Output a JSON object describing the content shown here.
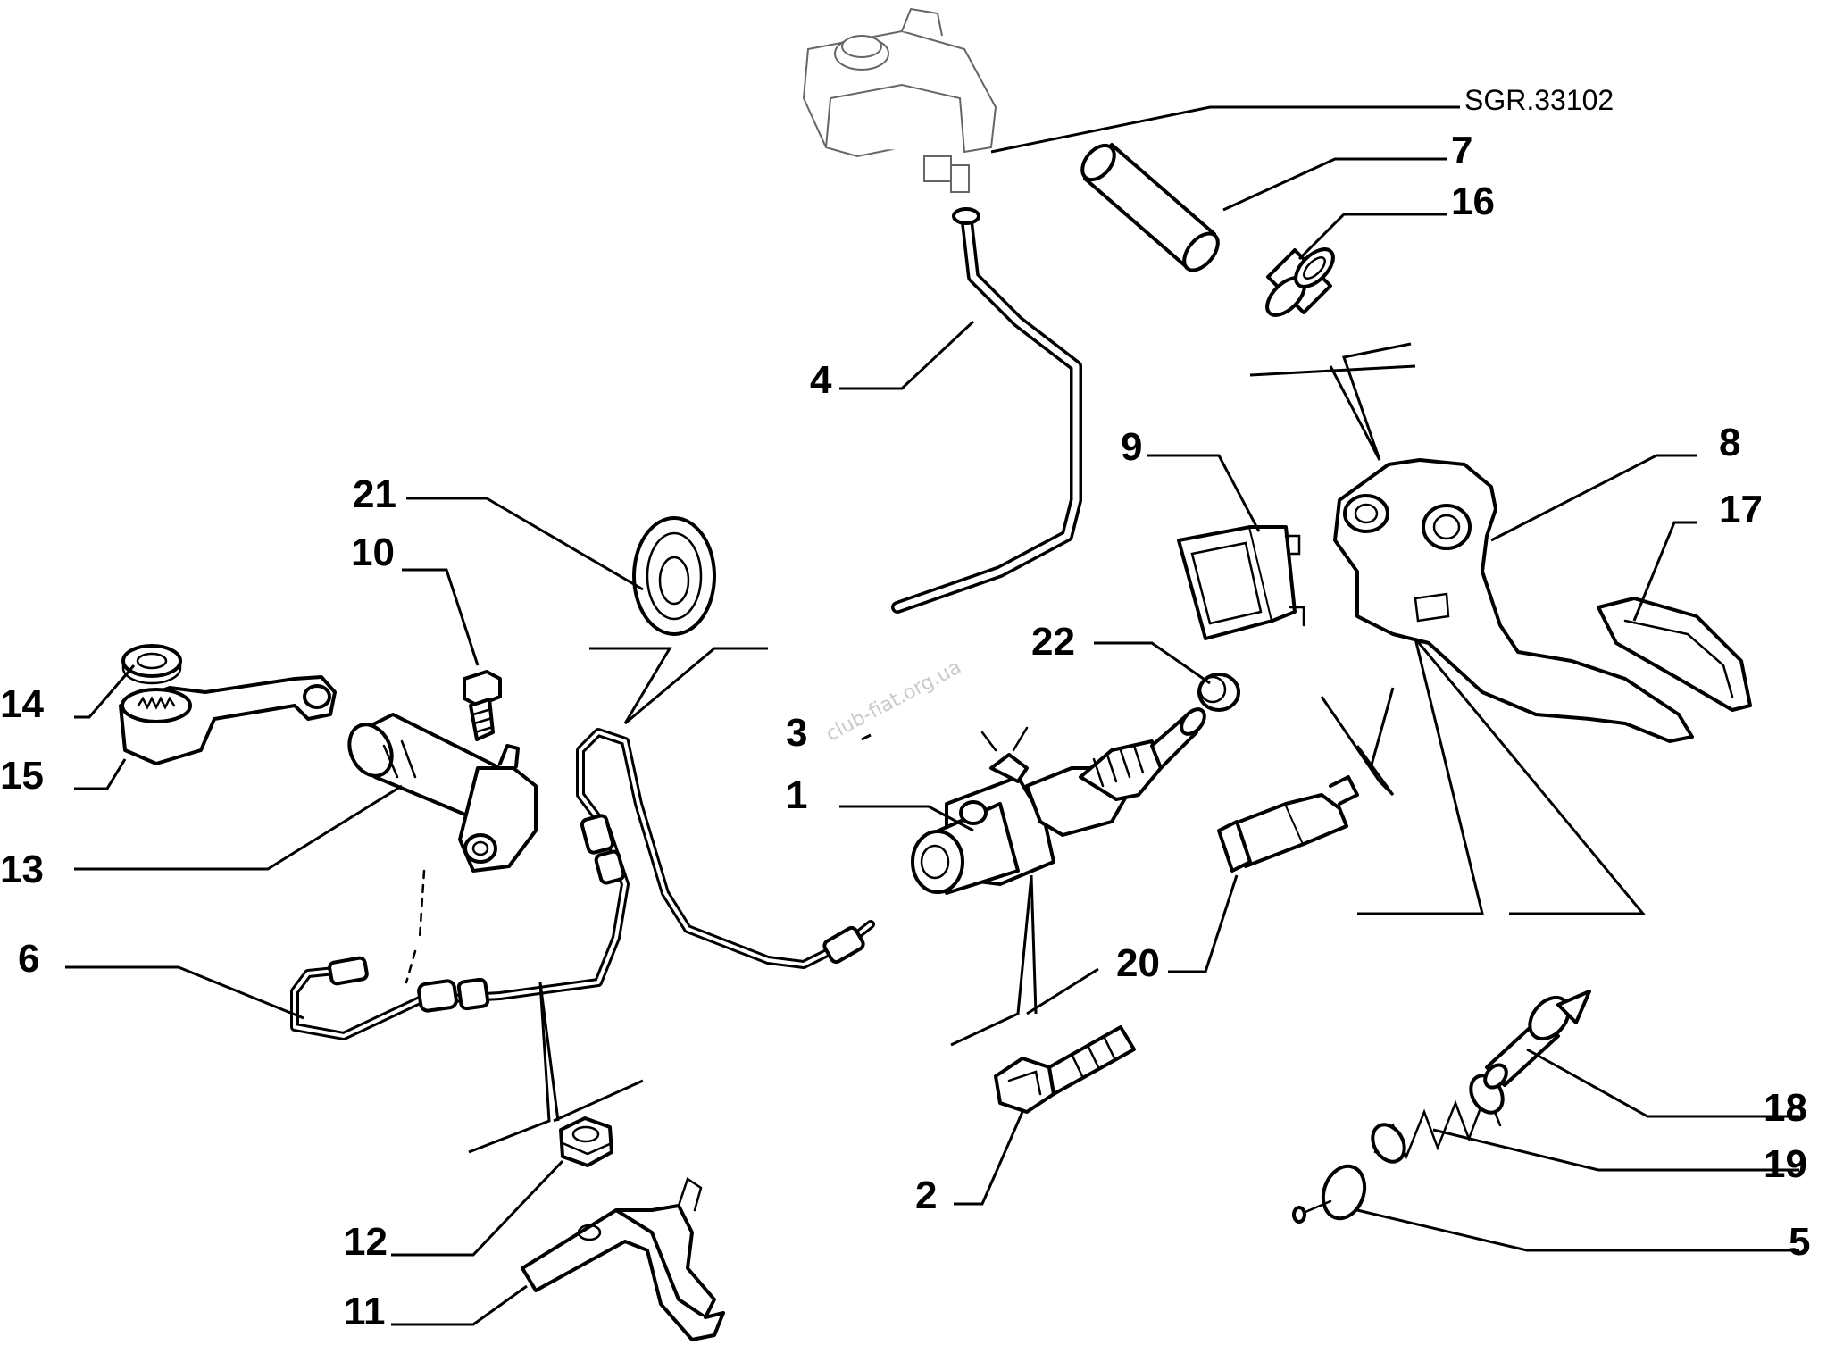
{
  "diagram": {
    "reference": "SGR.33102",
    "watermark": "club-fiat.org.ua",
    "callouts": {
      "c1": "1",
      "c2": "2",
      "c3": "3",
      "c4": "4",
      "c5": "5",
      "c6": "6",
      "c7": "7",
      "c8": "8",
      "c9": "9",
      "c10": "10",
      "c11": "11",
      "c12": "12",
      "c13": "13",
      "c14": "14",
      "c15": "15",
      "c16": "16",
      "c17": "17",
      "c18": "18",
      "c19": "19",
      "c20": "20",
      "c21": "21",
      "c22": "22"
    },
    "parts": [
      "fluid-reservoir",
      "reservoir-hose",
      "master-cylinder",
      "hydraulic-pipe",
      "slave-cylinder",
      "release-lever",
      "pedal-bracket",
      "pedal-pad",
      "switch",
      "bolt",
      "spring",
      "pin",
      "bushing",
      "sleeve",
      "bracket",
      "nut",
      "grommet",
      "seal",
      "sensor",
      "screw",
      "washer"
    ]
  }
}
